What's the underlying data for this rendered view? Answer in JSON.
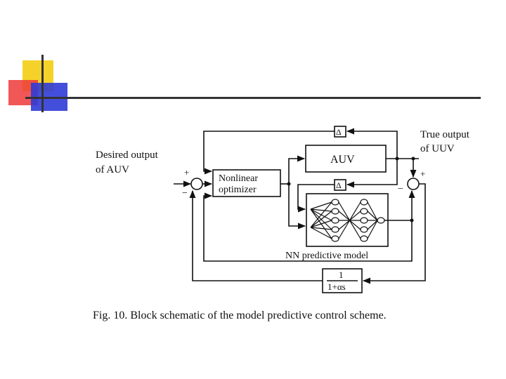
{
  "slide": {
    "accent_colors": {
      "yellow": "#f5d22a",
      "red": "#ee3a3a",
      "blue": "#2f3bd6",
      "rule": "#333333"
    }
  },
  "diagram": {
    "input_label_line1": "Desired output",
    "input_label_line2": "of AUV",
    "output_label_line1": "True output",
    "output_label_line2": "of UUV",
    "delta_symbol": "Δ",
    "auv_block": "AUV",
    "optimizer_line1": "Nonlinear",
    "optimizer_line2": "optimizer",
    "nn_caption": "NN predictive model",
    "filter_numerator": "1",
    "filter_denominator": "1+αs",
    "sign_plus": "+",
    "sign_minus": "−",
    "caption": "Fig. 10.  Block schematic of the model predictive control scheme."
  }
}
